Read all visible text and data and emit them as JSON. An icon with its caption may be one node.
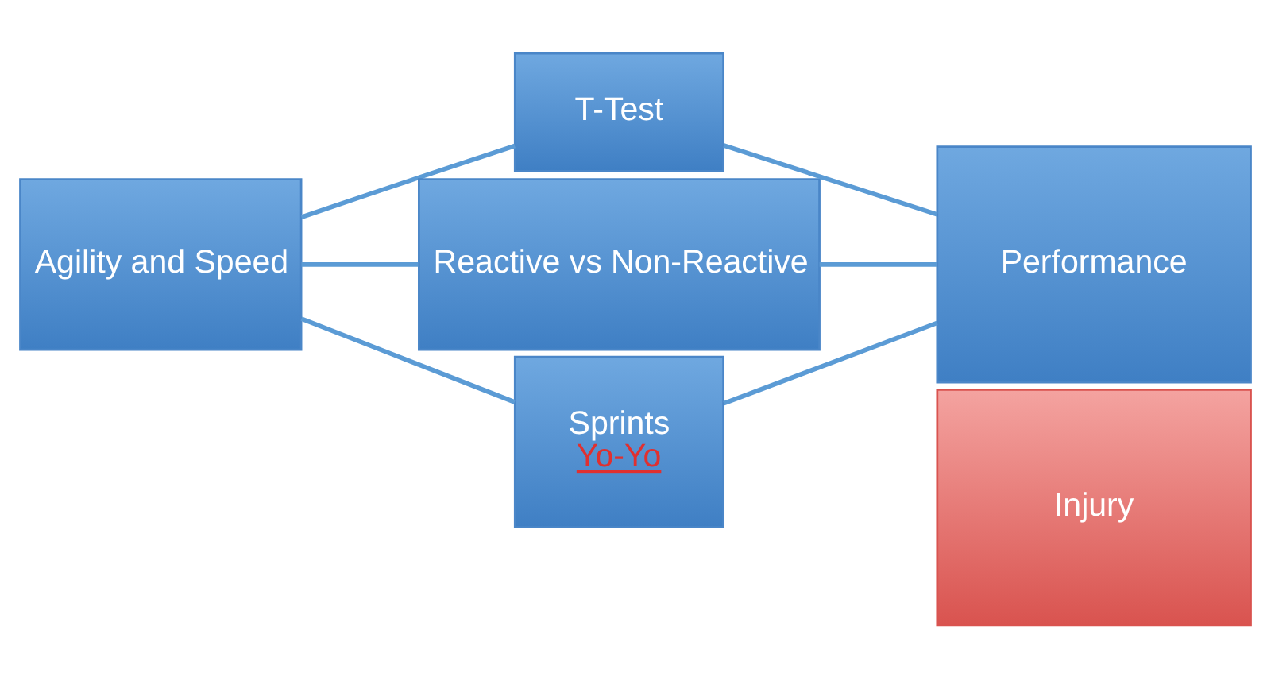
{
  "diagram": {
    "nodes": [
      {
        "text": [
          "Agility and Speed"
        ]
      },
      {
        "text": [
          "T-Test"
        ]
      },
      {
        "text": [
          "Reactive vs Non-Reactive"
        ]
      },
      {
        "text": [
          "Sprints",
          "Yo-Yo"
        ]
      },
      {
        "text": [
          "Performance"
        ]
      },
      {
        "text": [
          "Injury"
        ]
      }
    ],
    "edges": [
      {
        "from": 0,
        "to": 1,
        "arrow": "none"
      },
      {
        "from": 0,
        "to": 2,
        "arrow": "none"
      },
      {
        "from": 0,
        "to": 3,
        "arrow": "none"
      },
      {
        "from": 1,
        "to": 4,
        "arrow": "none"
      },
      {
        "from": 2,
        "to": 4,
        "arrow": "none"
      },
      {
        "from": 3,
        "to": 4,
        "arrow": "none"
      }
    ]
  }
}
